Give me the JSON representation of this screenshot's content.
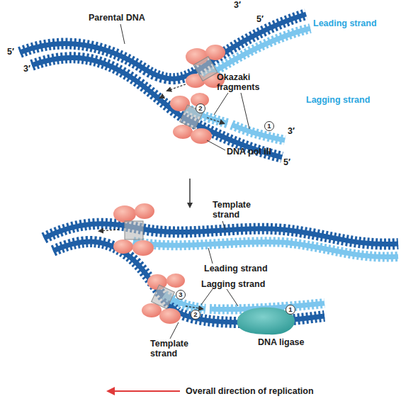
{
  "diagram": {
    "nodes": [
      {
        "text": [
          "2"
        ]
      },
      {
        "text": [
          "1"
        ]
      },
      {
        "text": [
          "3"
        ]
      },
      {
        "text": [
          "2"
        ]
      },
      {
        "text": [
          "1"
        ]
      }
    ],
    "labels": [
      "3′",
      "5′",
      "Leading strand",
      "Parental DNA",
      "5′",
      "3′",
      "Okazaki fragments",
      "Lagging strand",
      "3′",
      "5′",
      "DNA pol III",
      "Template strand",
      "Leading strand",
      "Lagging strand",
      "Template strand",
      "DNA ligase",
      "Overall direction of replication"
    ]
  }
}
